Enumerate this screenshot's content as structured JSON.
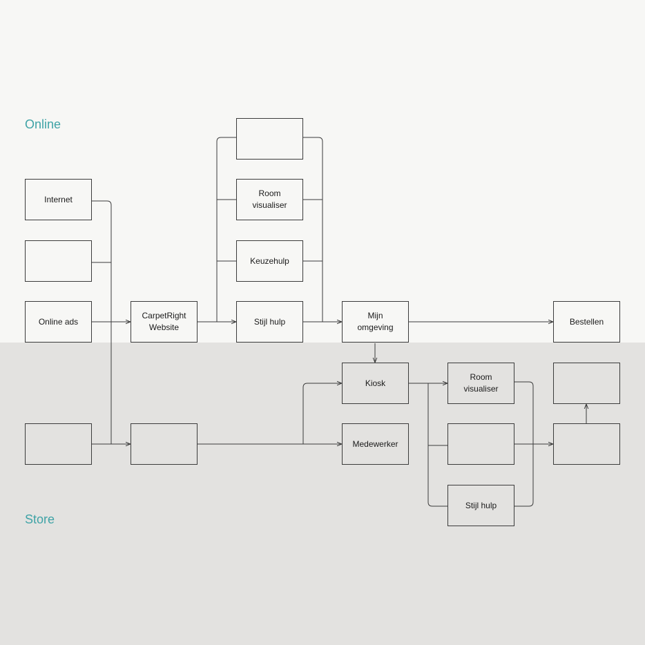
{
  "zones": {
    "online": "Online",
    "store": "Store"
  },
  "colors": {
    "online_bg": "#f7f7f5",
    "store_bg": "#e3e2e0",
    "accent": "#3fa3a6",
    "line": "#3a3a3a"
  },
  "nodes": {
    "internet": "Internet",
    "online_blank": "",
    "online_ads": "Online ads",
    "carpetright_website": "CarpetRight\nWebsite",
    "online_top_blank": "",
    "room_visualiser_online": "Room\nvisualiser",
    "keuzehulp": "Keuzehulp",
    "stijl_hulp_online": "Stijl hulp",
    "mijn_omgeving": "Mijn\nomgeving",
    "bestellen": "Bestellen",
    "store_source_blank": "",
    "store_hub_blank": "",
    "kiosk": "Kiosk",
    "medewerker": "Medewerker",
    "room_visualiser_store": "Room\nvisualiser",
    "store_mid_blank": "",
    "stijl_hulp_store": "Stijl hulp",
    "store_out_top_blank": "",
    "store_out_bottom_blank": ""
  }
}
